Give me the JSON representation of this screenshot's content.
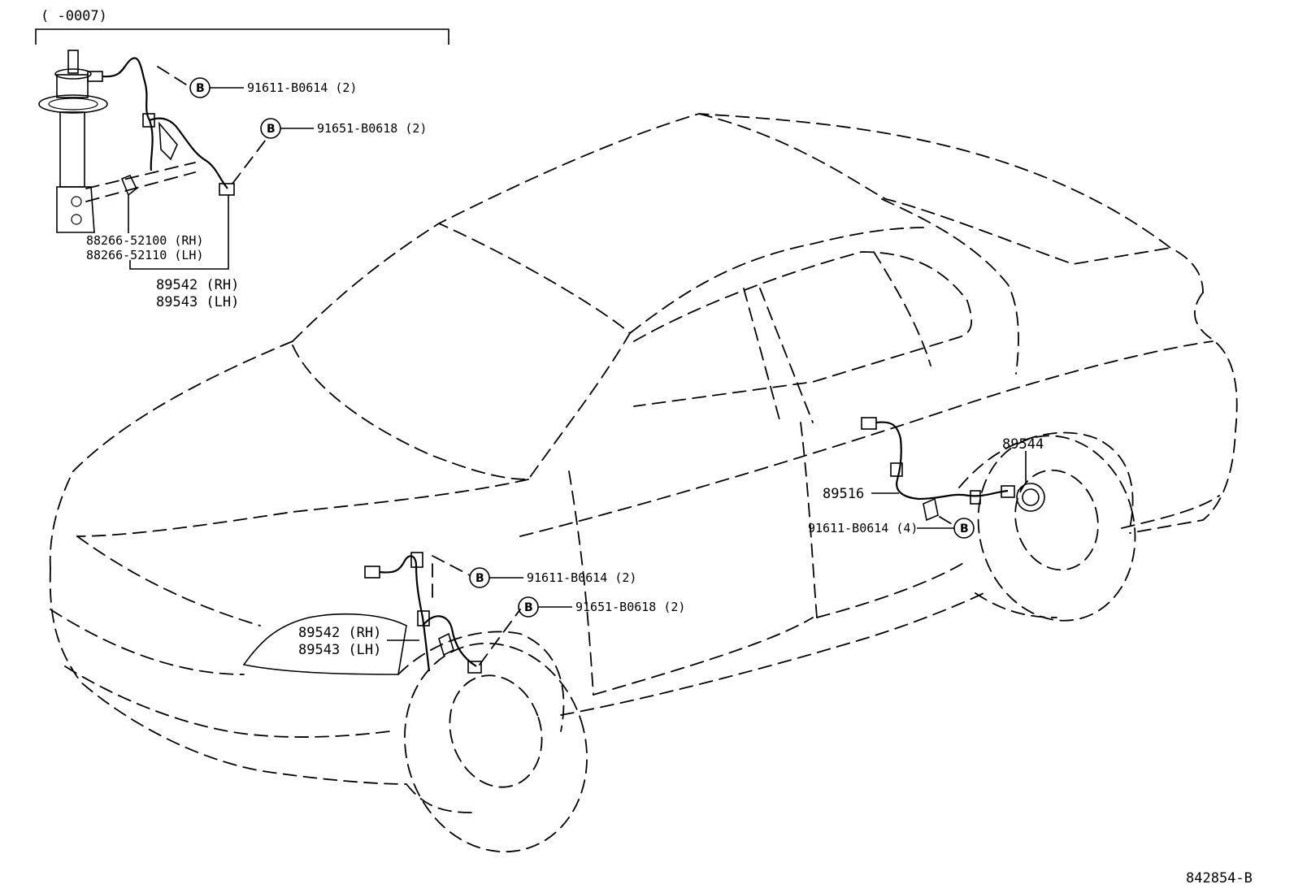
{
  "inset": {
    "range_label": "(      -0007)"
  },
  "callouts": {
    "inset_bolt_1": "91611-B0614 (2)",
    "inset_bolt_2": "91651-B0618 (2)",
    "inset_bracket_rh": "88266-52100 (RH)",
    "inset_bracket_lh": "88266-52110 (LH)",
    "inset_sensor_rh": "89542 (RH)",
    "inset_sensor_lh": "89543 (LH)",
    "front_bolt_1": "91611-B0614 (2)",
    "front_bolt_2": "91651-B0618 (2)",
    "front_sensor_rh": "89542 (RH)",
    "front_sensor_lh": "89543 (LH)",
    "rear_bearing": "89544",
    "rear_sensor": "89516",
    "rear_bolt": "91611-B0614 (4)"
  },
  "bolt_symbol_letter": "B",
  "diagram_code": "842854-B"
}
